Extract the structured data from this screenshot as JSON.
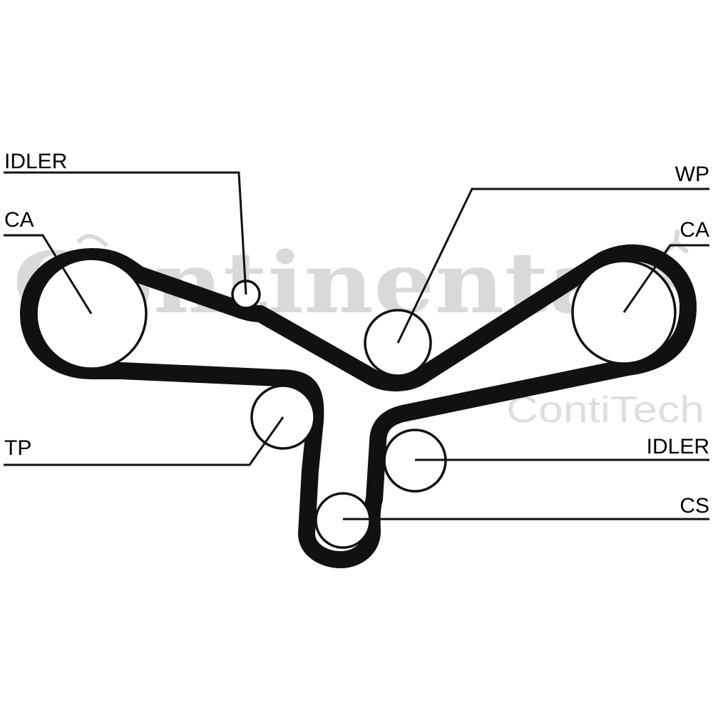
{
  "watermark": {
    "brand": "Continental",
    "division": "ContiTech",
    "brand_color": "#d9d9d9"
  },
  "labels": {
    "idler_top": "IDLER",
    "ca_left": "CA",
    "tp": "TP",
    "wp": "WP",
    "ca_right": "CA",
    "idler_right": "IDLER",
    "cs": "CS"
  },
  "colors": {
    "belt": "#111111",
    "line": "#111111",
    "background": "#ffffff"
  }
}
